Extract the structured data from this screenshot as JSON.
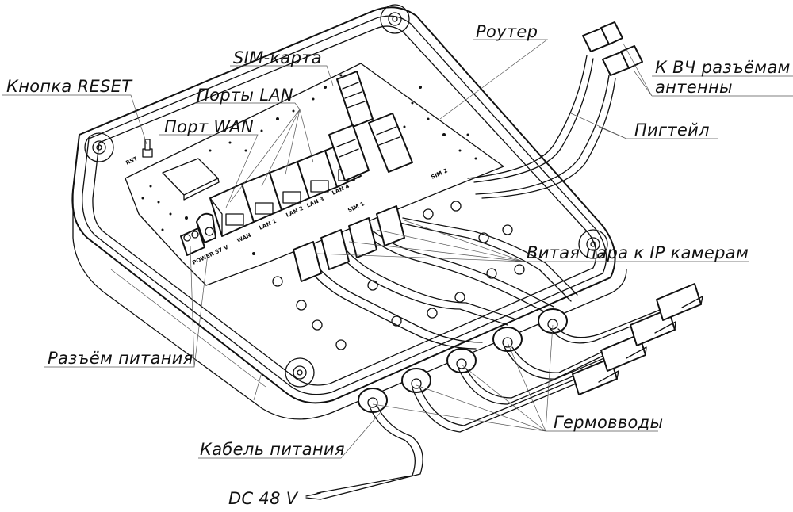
{
  "diagram": {
    "title": "Outdoor enclosure with router and PoE connections",
    "callouts": {
      "reset_button": "Кнопка RESET",
      "sim_card": "SIM-карта",
      "lan_ports": "Порты LAN",
      "wan_port": "Порт WAN",
      "router": "Роутер",
      "rf_connectors_line1": "К ВЧ разъёмам",
      "rf_connectors_line2": "антенны",
      "pigtail": "Пигтейл",
      "twisted_pair": "Витая пара к IP камерам",
      "power_connector": "Разъём питания",
      "cable_glands": "Гермовводы",
      "power_cable": "Кабель питания",
      "dc_voltage": "DC 48 V"
    },
    "pcb_silkscreen": {
      "wan": "WAN",
      "lan1": "LAN 1",
      "lan2": "LAN 2",
      "lan3": "LAN 3",
      "lan4": "LAN 4",
      "rst": "RST",
      "power": "POWER 57 V",
      "sim1": "SIM 1",
      "sim2": "SIM 2"
    }
  }
}
